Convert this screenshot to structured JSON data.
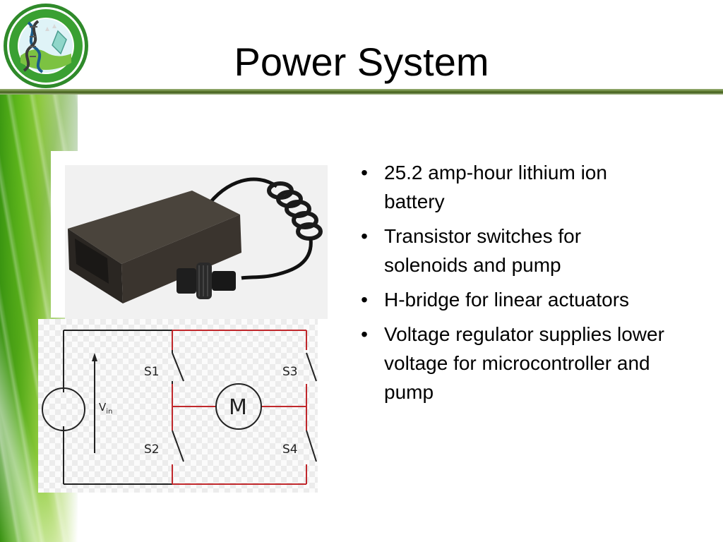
{
  "slide": {
    "title": "Power System",
    "logo_icon": "college-seal-icon",
    "bullets": [
      "25.2 amp-hour lithium ion battery",
      "Transistor switches for solenoids and pump",
      "H-bridge for linear actuators",
      "Voltage regulator supplies lower voltage for microcontroller and pump"
    ],
    "bullet_glyph": "•",
    "schematic": {
      "switch_labels": [
        "S1",
        "S3",
        "S2",
        "S4"
      ],
      "motor_label": "M",
      "voltage_label": "V",
      "voltage_subscript": "in"
    },
    "colors": {
      "accent_green": "#5c7a2e",
      "wire_black": "#222222",
      "wire_red": "#c0282c"
    }
  }
}
